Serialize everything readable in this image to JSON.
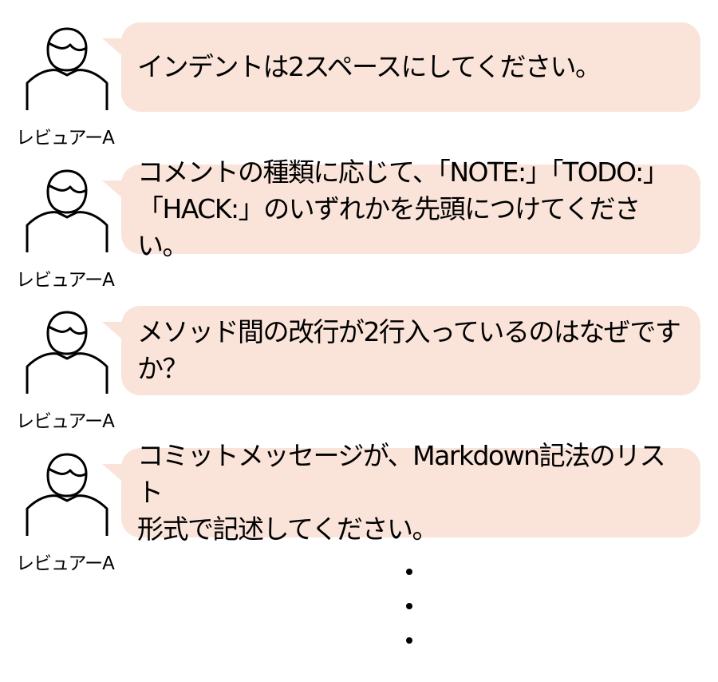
{
  "reviewer_name": "レビュアーA",
  "comments": [
    {
      "text": "インデントは2スペースにしてください。"
    },
    {
      "text": "コメントの種類に応じて、「NOTE:」「TODO:」\n「HACK:」のいずれかを先頭につけてください。"
    },
    {
      "text": "メソッド間の改行が2行入っているのはなぜです\nか？"
    },
    {
      "text": "コミットメッセージが、Markdown記法のリスト\n形式で記述してください。"
    }
  ],
  "continuation_dots": 3,
  "colors": {
    "bubble": "#fae4da",
    "icon_stroke": "#000000",
    "text": "#000000"
  },
  "icons": {
    "avatar": "person-outline-icon"
  }
}
